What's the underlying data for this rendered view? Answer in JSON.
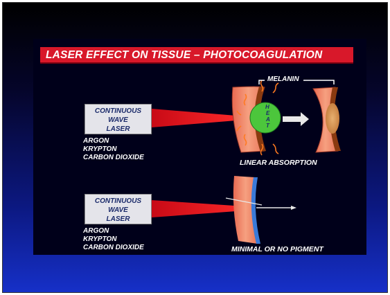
{
  "title": "LASER EFFECT ON TISSUE – PHOTOCOAGULATION",
  "panel_top": {
    "laser_lines": [
      "CONTINUOUS",
      "WAVE",
      "LASER"
    ],
    "gases": [
      "ARGON",
      "KRYPTON",
      "CARBON DIOXIDE"
    ],
    "heat_letters": [
      "H",
      "E",
      "A",
      "T"
    ],
    "melanin_label": "MELANIN",
    "caption": "LINEAR ABSORPTION"
  },
  "panel_bottom": {
    "laser_lines": [
      "CONTINUOUS",
      "WAVE",
      "LASER"
    ],
    "gases": [
      "ARGON",
      "KRYPTON",
      "CARBON DIOXIDE"
    ],
    "caption": "MINIMAL OR NO PIGMENT"
  },
  "colors": {
    "title_bg": "#d8182a",
    "beam": "#e0101e",
    "tissue": "#f2846a",
    "melanin": "#8a3a10",
    "heat": "#4cc63c",
    "lens_edge": "#3a7ad8"
  }
}
